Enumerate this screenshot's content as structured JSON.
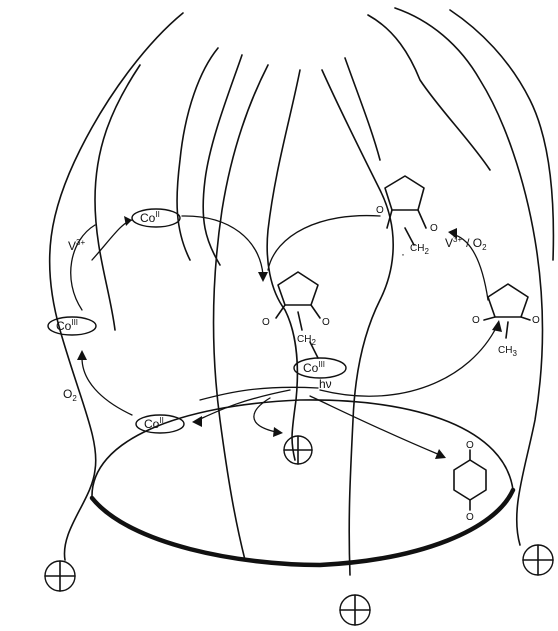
{
  "species": {
    "co_top": {
      "base": "Co",
      "ox": "II"
    },
    "co_left": {
      "base": "Co",
      "ox": "III"
    },
    "co_bottom": {
      "base": "Co",
      "ox": "II"
    },
    "co_center": {
      "base": "Co",
      "ox": "III"
    }
  },
  "labels": {
    "v3_left": {
      "base": "V",
      "sup": "3+"
    },
    "v3_right": {
      "base": "V",
      "sup": "3+",
      "tail": "/ O",
      "tail_sub": "2"
    },
    "o2_left": {
      "base": "O",
      "sub": "2"
    },
    "hv": "hν"
  },
  "atoms": {
    "o": "O",
    "ch2_radical": {
      "base": "CH",
      "sub": "2",
      "dot": "·"
    },
    "ch2_center": {
      "base": "CH",
      "sub": "2"
    },
    "ch3": {
      "base": "CH",
      "sub": "3"
    }
  },
  "charges": {
    "plus": "+"
  }
}
